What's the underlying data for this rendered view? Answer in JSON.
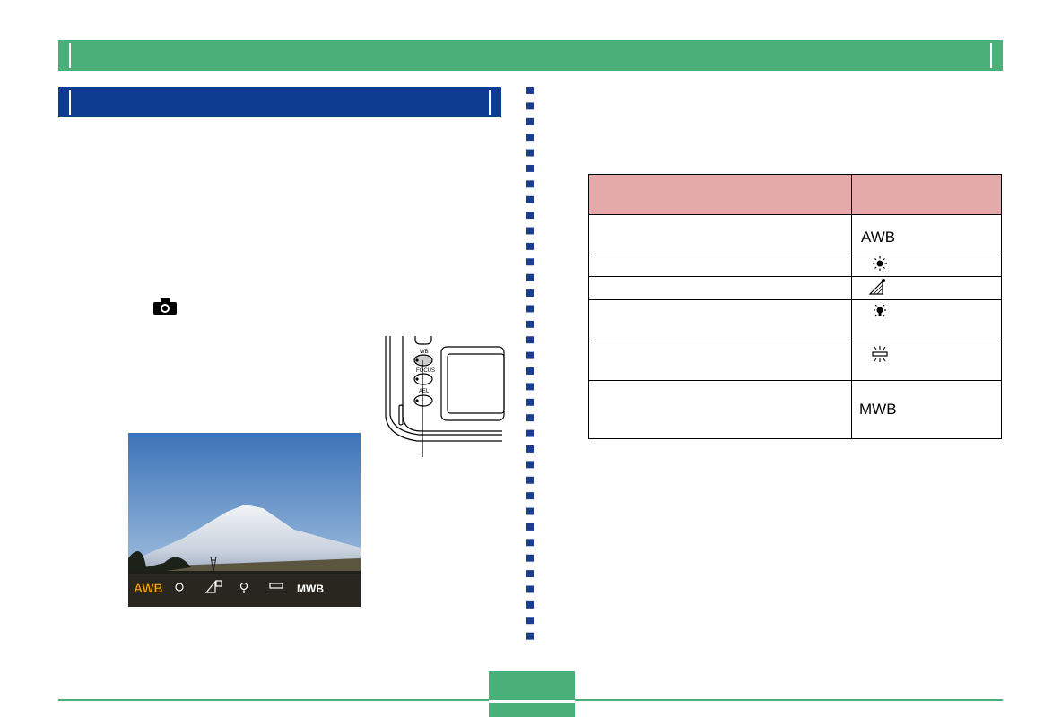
{
  "colors": {
    "header_green": "#48b078",
    "section_blue": "#0d3c91",
    "table_header_pink": "#e4aaaa",
    "divider_blue": "#1a3d8f"
  },
  "icons": {
    "camera": "camera-icon"
  },
  "table": {
    "header": [
      "",
      ""
    ],
    "rows": [
      {
        "label": "",
        "icon_text": "AWB"
      },
      {
        "label": "",
        "icon_name": "sun-icon"
      },
      {
        "label": "",
        "icon_name": "shade-icon"
      },
      {
        "label": "",
        "icon_name": "bulb-icon"
      },
      {
        "label": "",
        "icon_name": "fluorescent-icon"
      },
      {
        "label": "",
        "icon_text": "MWB"
      }
    ]
  },
  "camera_diagram": {
    "labels": [
      "WB",
      "FOCUS",
      "AEL"
    ]
  },
  "photo_overlay": {
    "items": [
      "AWB",
      "MWB"
    ]
  }
}
